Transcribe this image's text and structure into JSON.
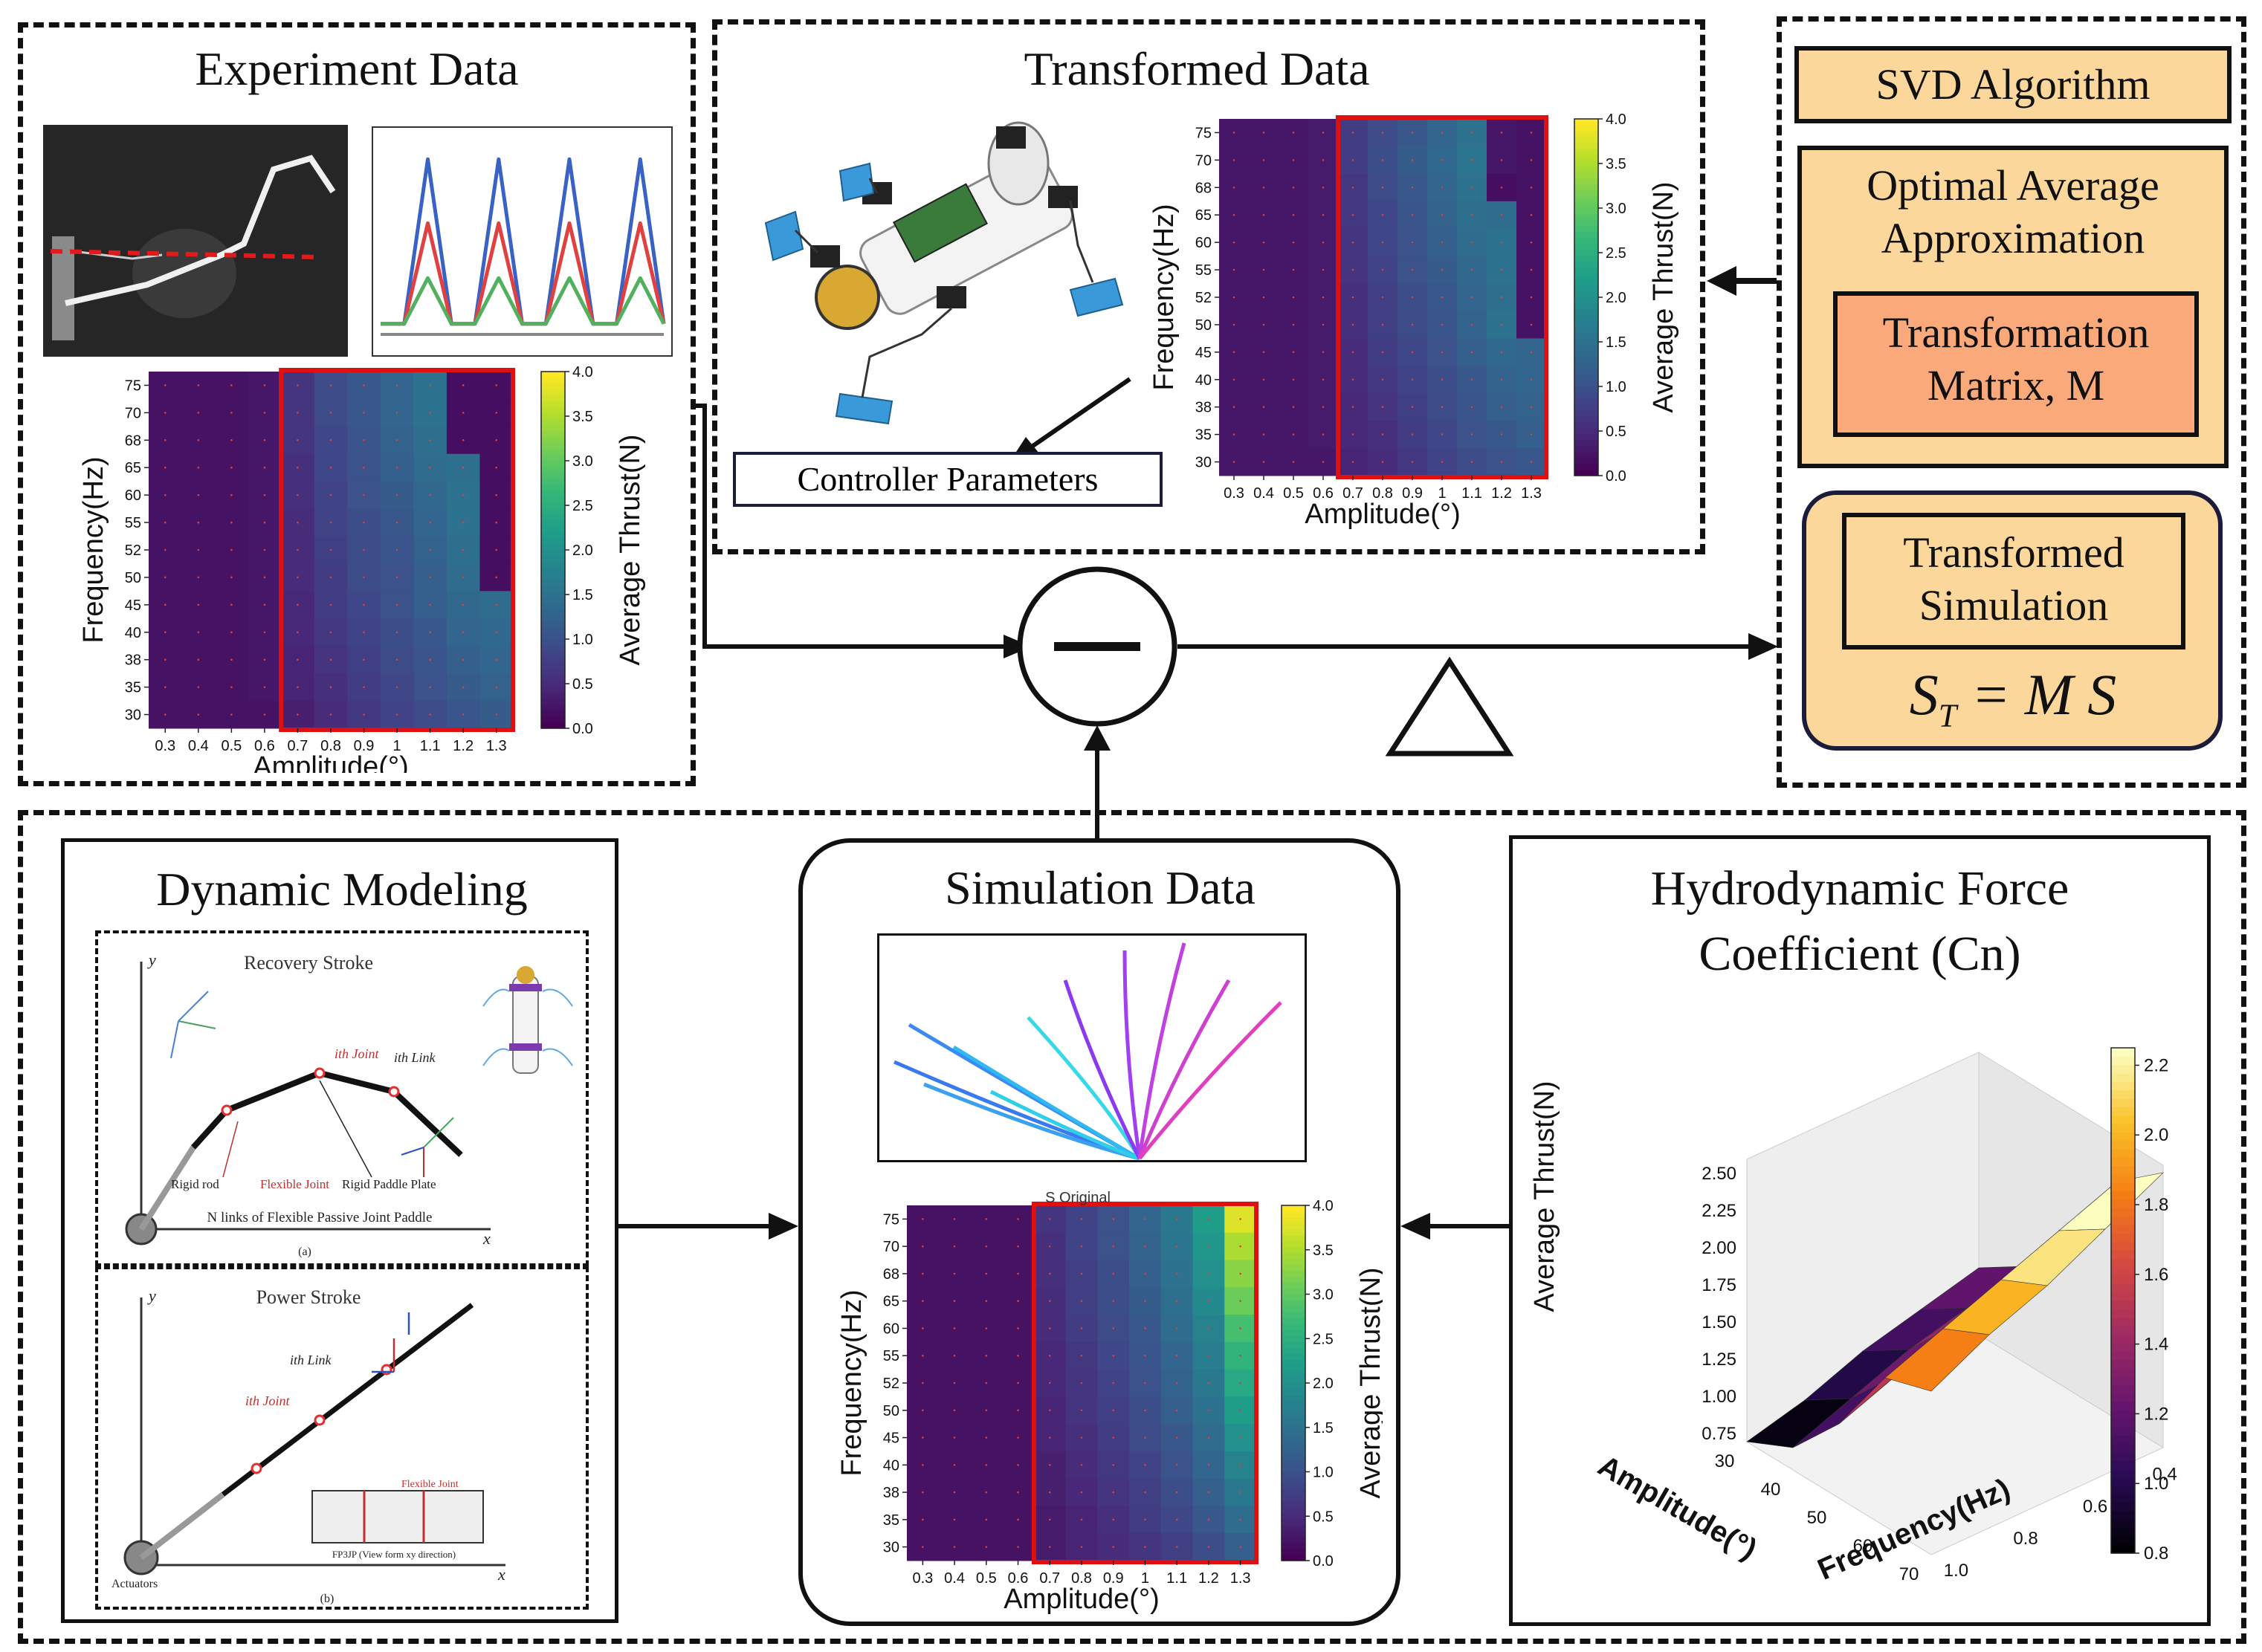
{
  "experiment": {
    "title": "Experiment Data"
  },
  "transformed": {
    "title": "Transformed Data",
    "controller_label": "Controller Parameters"
  },
  "svd": {
    "algorithm_label": "SVD Algorithm",
    "optimal_line1": "Optimal Average",
    "optimal_line2": "Approximation",
    "matrix_line1": "Transformation",
    "matrix_line2": "Matrix, M",
    "sim_line1": "Transformed",
    "sim_line2": "Simulation",
    "equation": "S",
    "equation_sub": "T",
    "equation_rest": " = M S"
  },
  "dynamic": {
    "title": "Dynamic Modeling",
    "recovery_title": "Recovery Stroke",
    "power_title": "Power Stroke",
    "caption": "N links of Flexible Passive Joint Paddle",
    "label_a": "(a)",
    "label_b": "(b)",
    "rigid_rod": "Rigid rod",
    "flexible_joint": "Flexible Joint",
    "rigid_plate": "Rigid Paddle Plate",
    "ith_joint": "ith Joint",
    "ith_link": "ith Link",
    "actuators": "Actuators",
    "fp3jp": "FP3JP (View form xy direction)",
    "y": "y",
    "x": "x"
  },
  "simulation": {
    "title": "Simulation Data",
    "heatmap_overlay": "S Original"
  },
  "hydro": {
    "title_line1": "Hydrodynamic Force",
    "title_line2": "Coefficient (Cn)",
    "zlabel": "Average Thrust(N)",
    "xlabel": "Amplitude(°)",
    "ylabel": "Frequency(Hz)"
  },
  "colors": {
    "red_box": "#e01010",
    "orange": "#fcd79b",
    "salmon": "#f9a97a",
    "dark_navy": "#1b1b3a"
  },
  "chart_data": [
    {
      "id": "experiment-heatmap",
      "type": "heatmap",
      "x": [
        "0.3",
        "0.4",
        "0.5",
        "0.6",
        "0.7",
        "0.8",
        "0.9",
        "1",
        "1.1",
        "1.2",
        "1.3"
      ],
      "y": [
        "75",
        "70",
        "68",
        "65",
        "60",
        "55",
        "52",
        "50",
        "45",
        "40",
        "38",
        "35",
        "30"
      ],
      "xlabel": "Amplitude(°)",
      "ylabel": "Frequency(Hz)",
      "colorbar_label": "Average Thrust(N)",
      "colorbar_range": [
        0,
        4
      ],
      "colorbar_ticks": [
        "0.0",
        "0.5",
        "1.0",
        "1.5",
        "2.0",
        "2.5",
        "3.0",
        "3.5",
        "4.0"
      ],
      "highlight_cols": [
        4,
        10
      ],
      "values": [
        [
          0.2,
          0.2,
          0.2,
          0.25,
          0.6,
          0.9,
          1.1,
          1.3,
          1.5,
          0.15,
          0.15
        ],
        [
          0.2,
          0.2,
          0.2,
          0.25,
          0.6,
          0.9,
          1.1,
          1.3,
          1.5,
          0.15,
          0.15
        ],
        [
          0.2,
          0.2,
          0.2,
          0.25,
          0.6,
          0.85,
          1.05,
          1.25,
          1.45,
          0.15,
          0.15
        ],
        [
          0.2,
          0.2,
          0.2,
          0.25,
          0.55,
          0.85,
          1.0,
          1.2,
          1.4,
          1.45,
          0.15
        ],
        [
          0.2,
          0.2,
          0.2,
          0.25,
          0.55,
          0.8,
          1.0,
          1.15,
          1.35,
          1.5,
          0.15
        ],
        [
          0.2,
          0.2,
          0.2,
          0.25,
          0.5,
          0.8,
          0.95,
          1.1,
          1.3,
          1.5,
          0.15
        ],
        [
          0.2,
          0.2,
          0.2,
          0.25,
          0.5,
          0.75,
          0.9,
          1.05,
          1.25,
          1.45,
          0.15
        ],
        [
          0.2,
          0.2,
          0.2,
          0.25,
          0.5,
          0.7,
          0.9,
          1.0,
          1.2,
          1.4,
          0.15
        ],
        [
          0.2,
          0.2,
          0.2,
          0.25,
          0.45,
          0.7,
          0.85,
          1.0,
          1.2,
          1.35,
          1.4
        ],
        [
          0.2,
          0.2,
          0.2,
          0.25,
          0.45,
          0.65,
          0.8,
          0.95,
          1.1,
          1.3,
          1.35
        ],
        [
          0.2,
          0.2,
          0.2,
          0.25,
          0.4,
          0.6,
          0.75,
          0.9,
          1.05,
          1.2,
          1.3
        ],
        [
          0.2,
          0.2,
          0.2,
          0.25,
          0.4,
          0.55,
          0.7,
          0.85,
          1.0,
          1.15,
          1.25
        ],
        [
          0.2,
          0.2,
          0.2,
          0.2,
          0.35,
          0.5,
          0.65,
          0.8,
          0.9,
          1.05,
          1.15
        ]
      ]
    },
    {
      "id": "transformed-heatmap",
      "type": "heatmap",
      "x": [
        "0.3",
        "0.4",
        "0.5",
        "0.6",
        "0.7",
        "0.8",
        "0.9",
        "1",
        "1.1",
        "1.2",
        "1.3"
      ],
      "y": [
        "75",
        "70",
        "68",
        "65",
        "60",
        "55",
        "52",
        "50",
        "45",
        "40",
        "38",
        "35",
        "30"
      ],
      "xlabel": "Amplitude(°)",
      "ylabel": "Frequency(Hz)",
      "colorbar_label": "Average Thrust(N)",
      "colorbar_range": [
        0,
        4
      ],
      "colorbar_ticks": [
        "0.0",
        "0.5",
        "1.0",
        "1.5",
        "2.0",
        "2.5",
        "3.0",
        "3.5",
        "4.0"
      ],
      "highlight_cols": [
        4,
        10
      ],
      "values": [
        [
          0.25,
          0.25,
          0.25,
          0.3,
          0.7,
          0.9,
          1.1,
          1.3,
          1.5,
          0.25,
          0.2
        ],
        [
          0.25,
          0.25,
          0.25,
          0.3,
          0.7,
          0.95,
          1.15,
          1.35,
          1.55,
          0.25,
          0.2
        ],
        [
          0.25,
          0.25,
          0.25,
          0.3,
          0.65,
          0.9,
          1.1,
          1.3,
          1.5,
          0.15,
          0.2
        ],
        [
          0.25,
          0.25,
          0.25,
          0.3,
          0.65,
          0.85,
          1.05,
          1.25,
          1.45,
          1.4,
          0.2
        ],
        [
          0.25,
          0.25,
          0.25,
          0.3,
          0.6,
          0.85,
          1.0,
          1.2,
          1.4,
          1.5,
          0.2
        ],
        [
          0.25,
          0.25,
          0.25,
          0.3,
          0.6,
          0.8,
          1.0,
          1.15,
          1.35,
          1.5,
          0.2
        ],
        [
          0.25,
          0.25,
          0.25,
          0.3,
          0.55,
          0.75,
          0.95,
          1.1,
          1.3,
          1.45,
          0.2
        ],
        [
          0.25,
          0.25,
          0.25,
          0.3,
          0.55,
          0.75,
          0.9,
          1.05,
          1.25,
          1.5,
          0.2
        ],
        [
          0.25,
          0.25,
          0.25,
          0.3,
          0.5,
          0.7,
          0.85,
          1.0,
          1.2,
          1.35,
          1.3
        ],
        [
          0.25,
          0.25,
          0.25,
          0.3,
          0.5,
          0.65,
          0.8,
          0.95,
          1.1,
          1.25,
          1.3
        ],
        [
          0.25,
          0.25,
          0.25,
          0.3,
          0.45,
          0.6,
          0.75,
          0.9,
          1.05,
          1.2,
          1.25
        ],
        [
          0.25,
          0.25,
          0.25,
          0.3,
          0.45,
          0.55,
          0.7,
          0.85,
          1.0,
          1.1,
          1.2
        ],
        [
          0.25,
          0.25,
          0.25,
          0.25,
          0.4,
          0.5,
          0.65,
          0.8,
          0.9,
          1.0,
          1.1
        ]
      ]
    },
    {
      "id": "simulation-heatmap",
      "type": "heatmap",
      "x": [
        "0.3",
        "0.4",
        "0.5",
        "0.6",
        "0.7",
        "0.8",
        "0.9",
        "1",
        "1.1",
        "1.2",
        "1.3"
      ],
      "y": [
        "75",
        "70",
        "68",
        "65",
        "60",
        "55",
        "52",
        "50",
        "45",
        "40",
        "38",
        "35",
        "30"
      ],
      "xlabel": "Amplitude(°)",
      "ylabel": "Frequency(Hz)",
      "colorbar_label": "Average Thrust(N)",
      "colorbar_range": [
        0,
        4
      ],
      "colorbar_ticks": [
        "0.0",
        "0.5",
        "1.0",
        "1.5",
        "2.0",
        "2.5",
        "3.0",
        "3.5",
        "4.0"
      ],
      "highlight_cols": [
        4,
        10
      ],
      "values": [
        [
          0.2,
          0.2,
          0.2,
          0.2,
          0.6,
          0.8,
          1.0,
          1.3,
          1.6,
          2.2,
          3.8
        ],
        [
          0.2,
          0.2,
          0.2,
          0.2,
          0.55,
          0.8,
          1.0,
          1.25,
          1.55,
          2.1,
          3.5
        ],
        [
          0.2,
          0.2,
          0.2,
          0.2,
          0.55,
          0.75,
          0.95,
          1.2,
          1.5,
          2.0,
          3.3
        ],
        [
          0.2,
          0.2,
          0.2,
          0.2,
          0.5,
          0.75,
          0.95,
          1.15,
          1.45,
          1.9,
          3.1
        ],
        [
          0.2,
          0.2,
          0.2,
          0.2,
          0.5,
          0.7,
          0.9,
          1.1,
          1.4,
          1.8,
          2.8
        ],
        [
          0.2,
          0.2,
          0.2,
          0.2,
          0.45,
          0.65,
          0.85,
          1.05,
          1.3,
          1.7,
          2.6
        ],
        [
          0.2,
          0.2,
          0.2,
          0.2,
          0.45,
          0.6,
          0.8,
          1.0,
          1.25,
          1.6,
          2.4
        ],
        [
          0.2,
          0.2,
          0.2,
          0.2,
          0.4,
          0.6,
          0.75,
          0.95,
          1.2,
          1.5,
          2.2
        ],
        [
          0.2,
          0.2,
          0.2,
          0.2,
          0.4,
          0.55,
          0.7,
          0.9,
          1.1,
          1.4,
          2.0
        ],
        [
          0.2,
          0.2,
          0.2,
          0.2,
          0.35,
          0.5,
          0.65,
          0.8,
          1.0,
          1.3,
          1.8
        ],
        [
          0.2,
          0.2,
          0.2,
          0.2,
          0.35,
          0.45,
          0.6,
          0.75,
          0.95,
          1.2,
          1.6
        ],
        [
          0.2,
          0.2,
          0.2,
          0.2,
          0.3,
          0.4,
          0.55,
          0.7,
          0.85,
          1.1,
          1.4
        ],
        [
          0.2,
          0.2,
          0.2,
          0.2,
          0.3,
          0.4,
          0.5,
          0.6,
          0.75,
          0.95,
          1.2
        ]
      ]
    },
    {
      "id": "hydro-surface",
      "type": "surface3d",
      "zlabel": "Average Thrust(N)",
      "xlabel": "Amplitude(°)",
      "ylabel": "Frequency(Hz)",
      "amp_ticks": [
        "30",
        "40",
        "50",
        "60",
        "70"
      ],
      "freq_ticks": [
        "1.0",
        "0.8",
        "0.6",
        "0.4"
      ],
      "z_ticks": [
        "0.75",
        "1.00",
        "1.25",
        "1.50",
        "1.75",
        "2.00",
        "2.25",
        "2.50"
      ],
      "colorbar_range": [
        0.8,
        2.25
      ],
      "colorbar_ticks": [
        "0.8",
        "1.0",
        "1.2",
        "1.4",
        "1.6",
        "1.8",
        "2.0",
        "2.2"
      ],
      "values": [
        [
          0.7,
          0.8,
          0.95,
          1.05,
          1.15
        ],
        [
          0.85,
          1.0,
          1.15,
          1.25,
          1.35
        ],
        [
          1.2,
          1.35,
          1.5,
          1.6,
          1.7
        ],
        [
          1.7,
          1.85,
          2.0,
          2.15,
          2.3
        ],
        [
          1.8,
          2.0,
          2.15,
          2.35,
          2.55
        ]
      ]
    },
    {
      "id": "experiment-waveform",
      "type": "line",
      "series": [
        {
          "color": "#3a62c4",
          "values": [
            0.05,
            0.05,
            0.95,
            0.05,
            0.05,
            0.95,
            0.05,
            0.05,
            0.95,
            0.05,
            0.05,
            0.95,
            0.05
          ]
        },
        {
          "color": "#e04040",
          "values": [
            0.05,
            0.05,
            0.6,
            0.05,
            0.05,
            0.6,
            0.05,
            0.05,
            0.6,
            0.05,
            0.05,
            0.6,
            0.05
          ]
        },
        {
          "color": "#52b060",
          "values": [
            0.05,
            0.05,
            0.3,
            0.05,
            0.05,
            0.3,
            0.05,
            0.05,
            0.3,
            0.05,
            0.05,
            0.3,
            0.05
          ]
        }
      ]
    }
  ]
}
